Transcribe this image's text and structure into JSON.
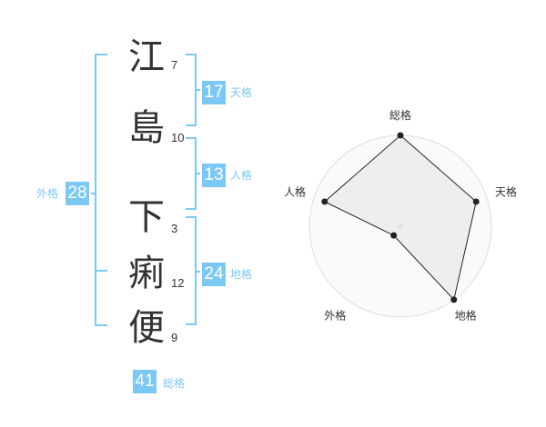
{
  "name_chars": [
    {
      "char": "江",
      "strokes": "7"
    },
    {
      "char": "島",
      "strokes": "10"
    },
    {
      "char": "下",
      "strokes": "3"
    },
    {
      "char": "痢",
      "strokes": "12"
    },
    {
      "char": "便",
      "strokes": "9"
    }
  ],
  "kakusu": {
    "ten": {
      "label": "天格",
      "value": "17"
    },
    "jin": {
      "label": "人格",
      "value": "13"
    },
    "chi": {
      "label": "地格",
      "value": "24"
    },
    "gai": {
      "label": "外格",
      "value": "28"
    },
    "sou": {
      "label": "総格",
      "value": "41"
    }
  },
  "chart_data": {
    "type": "radar",
    "axes": [
      "総格",
      "天格",
      "地格",
      "外格",
      "人格"
    ],
    "values": [
      4,
      3.5,
      4,
      0.5,
      3.5
    ],
    "range": [
      0,
      4
    ],
    "rings": 4,
    "fill_color": "#e8e8e8",
    "line_color": "#222222"
  },
  "colors": {
    "accent": "#7cc8f4",
    "text": "#333333"
  }
}
